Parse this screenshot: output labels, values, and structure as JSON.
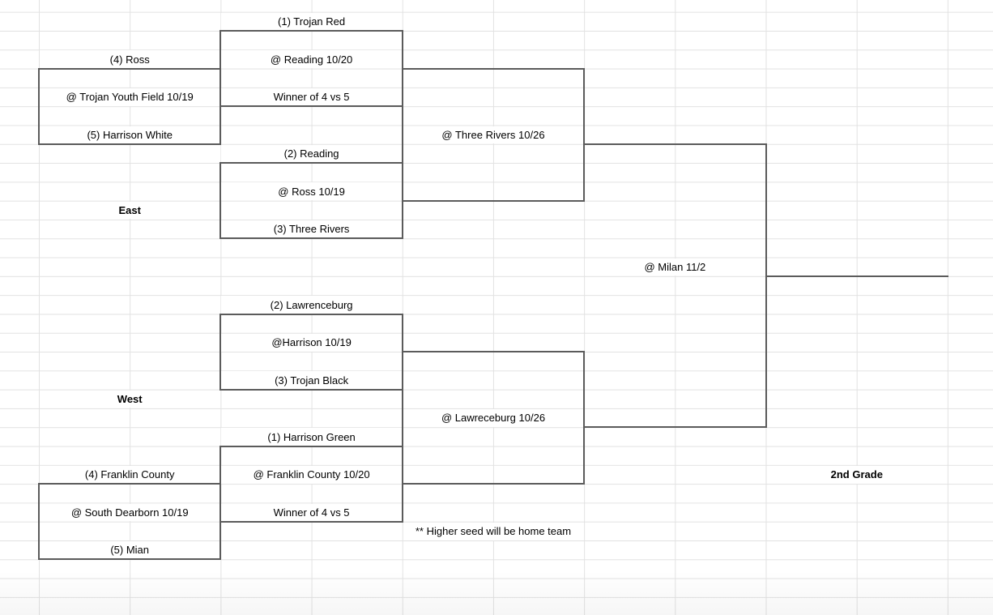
{
  "bracket": {
    "grade_label": "2nd Grade",
    "footnote": "** Higher seed will be home team",
    "championship": {
      "location": "@ Milan 11/2"
    },
    "east": {
      "region_label": "East",
      "seed_1": "(1) Trojan Red",
      "seed_2": "(2) Reading",
      "seed_3": "(3) Three Rivers",
      "seed_4": "(4) Ross",
      "seed_5": "(5) Harrison White",
      "play_in_location": "@ Trojan Youth Field 10/19",
      "semi_top_location": "@ Reading 10/20",
      "semi_top_winner_slot": "Winner of 4 vs 5",
      "semi_bottom_location": "@ Ross 10/19",
      "regional_final_location": "@ Three Rivers 10/26"
    },
    "west": {
      "region_label": "West",
      "seed_1": "(1) Harrison Green",
      "seed_2": "(2) Lawrenceburg",
      "seed_3": "(3) Trojan Black",
      "seed_4": "(4) Franklin County",
      "seed_5": "(5) Mian",
      "play_in_location": "@ South Dearborn 10/19",
      "semi_top_location": "@Harrison 10/19",
      "semi_bottom_location": "@ Franklin County 10/20",
      "semi_bottom_winner_slot": "Winner of 4 vs 5",
      "regional_final_location": "@ Lawreceburg 10/26"
    }
  },
  "colors": {
    "background": "#ffffff",
    "gridline": "#e2e2e2",
    "bracket-border": "#5b5b5b",
    "text": "#000000"
  }
}
